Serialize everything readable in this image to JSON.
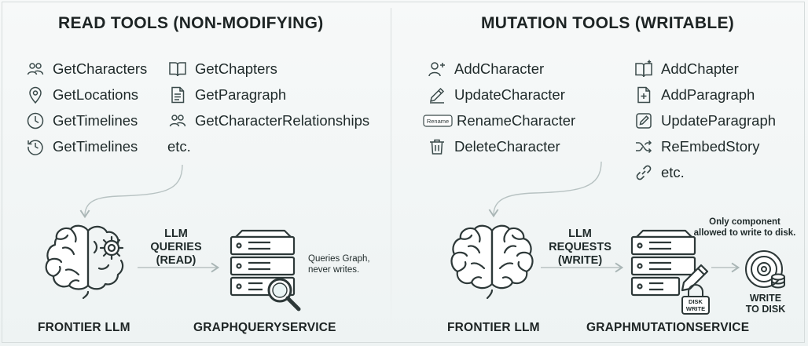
{
  "left": {
    "title": "READ TOOLS (NON-MODIFYING)",
    "tools_col1": [
      {
        "label": "GetCharacters",
        "icon": "people-icon"
      },
      {
        "label": "GetLocations",
        "icon": "location-pin-icon"
      },
      {
        "label": "GetTimelines",
        "icon": "clock-icon"
      },
      {
        "label": "GetTimelines",
        "icon": "clock-rewind-icon"
      }
    ],
    "tools_col2": [
      {
        "label": "GetChapters",
        "icon": "book-icon"
      },
      {
        "label": "GetParagraph",
        "icon": "document-icon"
      },
      {
        "label": "GetCharacterRelationships",
        "icon": "people-icon"
      }
    ],
    "etc": "etc.",
    "arrow_label_1": "LLM",
    "arrow_label_2": "QUERIES",
    "arrow_label_3": "(READ)",
    "note_1": "Queries Graph,",
    "note_2": "never writes.",
    "llm_caption": "FRONTIER LLM",
    "service_caption": "GRAPHQUERYSERVICE"
  },
  "right": {
    "title": "MUTATION TOOLS (WRITABLE)",
    "tools_col1": [
      {
        "label": "AddCharacter",
        "icon": "add-person-icon"
      },
      {
        "label": "UpdateCharacter",
        "icon": "pencil-icon"
      },
      {
        "label": "RenameCharacter",
        "icon": "rename-badge-icon",
        "badge": "Rename"
      },
      {
        "label": "DeleteCharacter",
        "icon": "trash-icon"
      }
    ],
    "tools_col2": [
      {
        "label": "AddChapter",
        "icon": "book-plus-icon"
      },
      {
        "label": "AddParagraph",
        "icon": "document-plus-icon"
      },
      {
        "label": "UpdateParagraph",
        "icon": "edit-square-icon"
      },
      {
        "label": "ReEmbedStory",
        "icon": "shuffle-icon"
      },
      {
        "label": "etc.",
        "icon": "link-icon"
      }
    ],
    "arrow_label_1": "LLM",
    "arrow_label_2": "REQUESTS",
    "arrow_label_3": "(WRITE)",
    "note_top_1": "Only component",
    "note_top_2": "allowed to write to disk.",
    "lock_label_1": "DISK",
    "lock_label_2": "WRITE",
    "disk_label_1": "WRITE",
    "disk_label_2": "TO DISK",
    "llm_caption": "FRONTIER LLM",
    "service_caption": "GRAPHMUTATIONSERVICE"
  },
  "colors": {
    "ink": "#1f2a2a",
    "line": "#b7c2c2",
    "brain_fill": "#ffffff",
    "background": "#f2f6f6"
  }
}
